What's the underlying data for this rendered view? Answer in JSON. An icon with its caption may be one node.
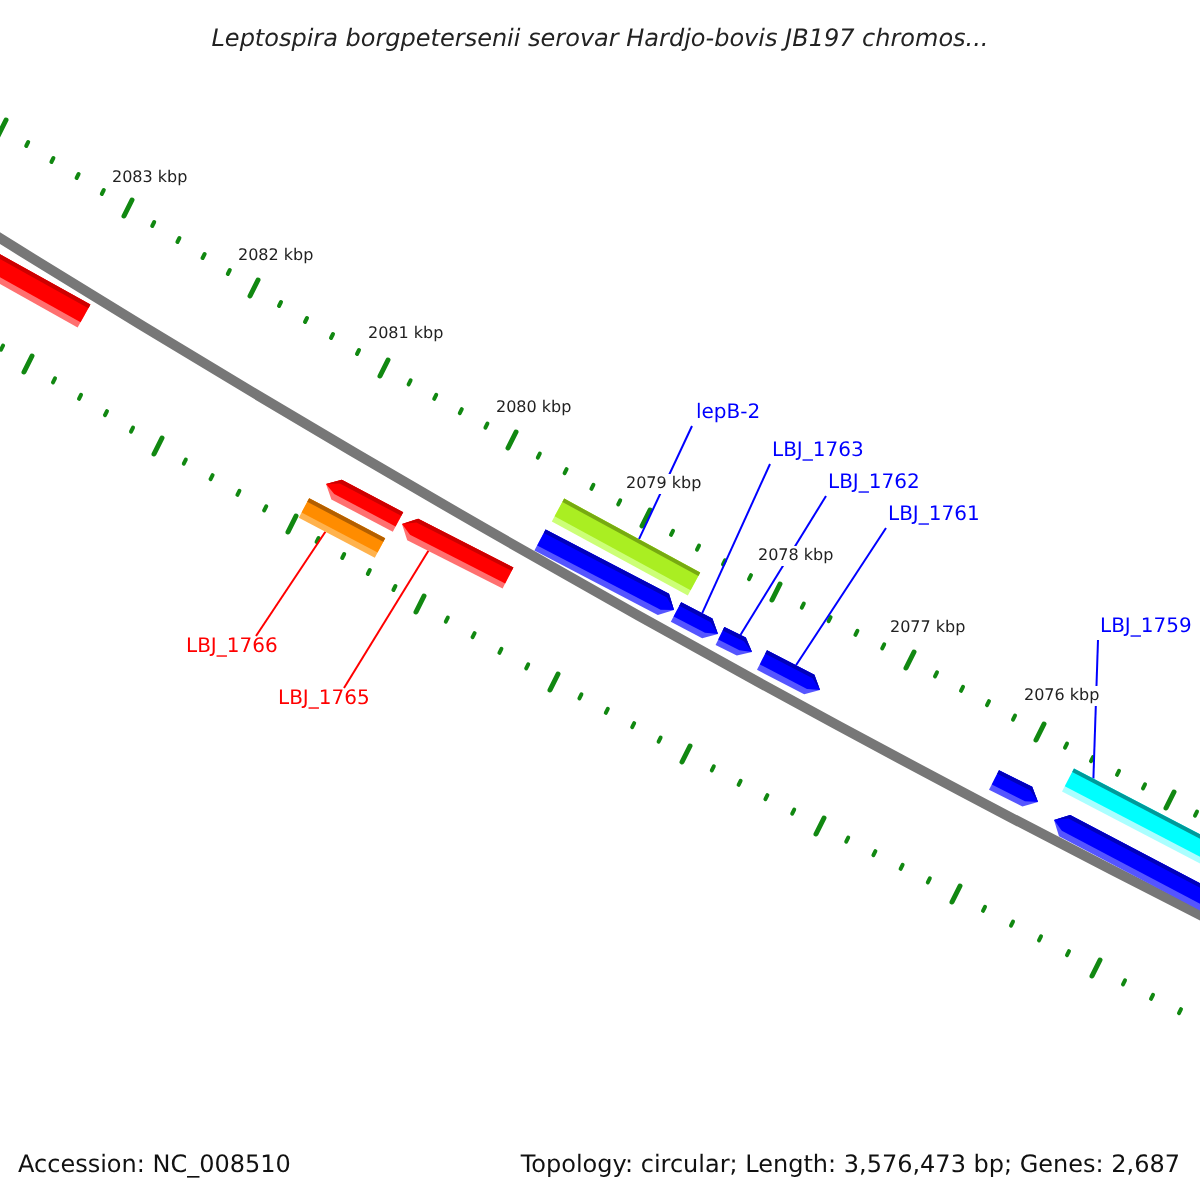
{
  "diagram": {
    "title": "Leptospira borgpetersenii serovar Hardjo-bovis JB197 chromos...",
    "nodes": [
      {
        "text": [
          "lepB-2"
        ]
      },
      {
        "text": [],
        "shape": "bar"
      },
      {
        "text": [
          "LBJ_1763"
        ]
      },
      {
        "text": [],
        "shape": "arrow"
      },
      {
        "text": [
          "LBJ_1762"
        ]
      },
      {
        "text": [],
        "shape": "arrow"
      },
      {
        "text": [
          "LBJ_1761"
        ]
      },
      {
        "text": [],
        "shape": "arrow"
      },
      {
        "text": [
          "LBJ_1759"
        ]
      },
      {
        "text": [],
        "shape": "bar"
      },
      {
        "text": [
          "LBJ_1766"
        ]
      },
      {
        "text": [],
        "shape": "bar"
      },
      {
        "text": [
          "LBJ_1765"
        ]
      },
      {
        "text": [],
        "shape": "arrow"
      },
      {
        "text": [],
        "shape": "bar"
      },
      {
        "text": [],
        "shape": "arrow"
      },
      {
        "text": [],
        "shape": "arrow"
      },
      {
        "text": [],
        "shape": "arrow"
      },
      {
        "text": [],
        "shape": "arrow"
      }
    ],
    "edges": [
      {
        "from": 0,
        "to": 1,
        "arrow": "none"
      },
      {
        "from": 2,
        "to": 3,
        "arrow": "none"
      },
      {
        "from": 4,
        "to": 5,
        "arrow": "none"
      },
      {
        "from": 6,
        "to": 7,
        "arrow": "none"
      },
      {
        "from": 8,
        "to": 9,
        "arrow": "none"
      },
      {
        "from": 10,
        "to": 11,
        "arrow": "none",
        "color": "#ff0000"
      },
      {
        "from": 12,
        "to": 13,
        "arrow": "none",
        "color": "#ff0000"
      }
    ],
    "labels": [
      "2083 kbp",
      "2082 kbp",
      "2081 kbp",
      "2080 kbp",
      "2079 kbp",
      "2078 kbp",
      "2077 kbp",
      "2076 kbp",
      "Accession: NC_008510",
      "Topology: circular; Length: 3,576,473 bp; Genes: 2,687"
    ]
  }
}
